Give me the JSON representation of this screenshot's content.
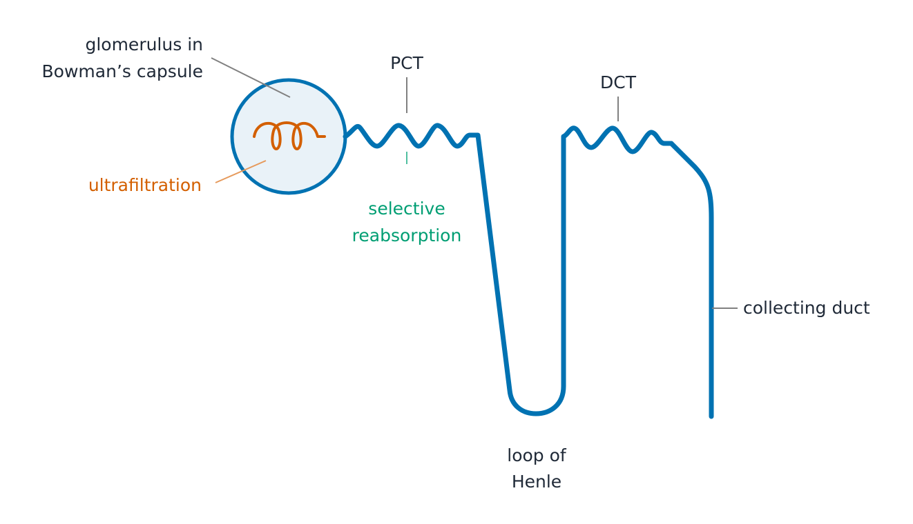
{
  "labels": {
    "glomerulus_line1": "glomerulus in",
    "glomerulus_line2": "Bowman’s capsule",
    "ultrafiltration": "ultrafiltration",
    "pct": "PCT",
    "selective_line1": "selective",
    "selective_line2": "reabsorption",
    "dct": "DCT",
    "collecting_duct": "collecting duct",
    "loop_line1": "loop of",
    "loop_line2": "Henle"
  },
  "colors": {
    "tubule": "#0072b2",
    "capsule_fill": "#e9f2f8",
    "glomerulus": "#d35f00",
    "ultrafiltration_text": "#d35f00",
    "reabsorption_text": "#009e73",
    "label_text": "#1f2937",
    "leader_line": "#808080"
  }
}
